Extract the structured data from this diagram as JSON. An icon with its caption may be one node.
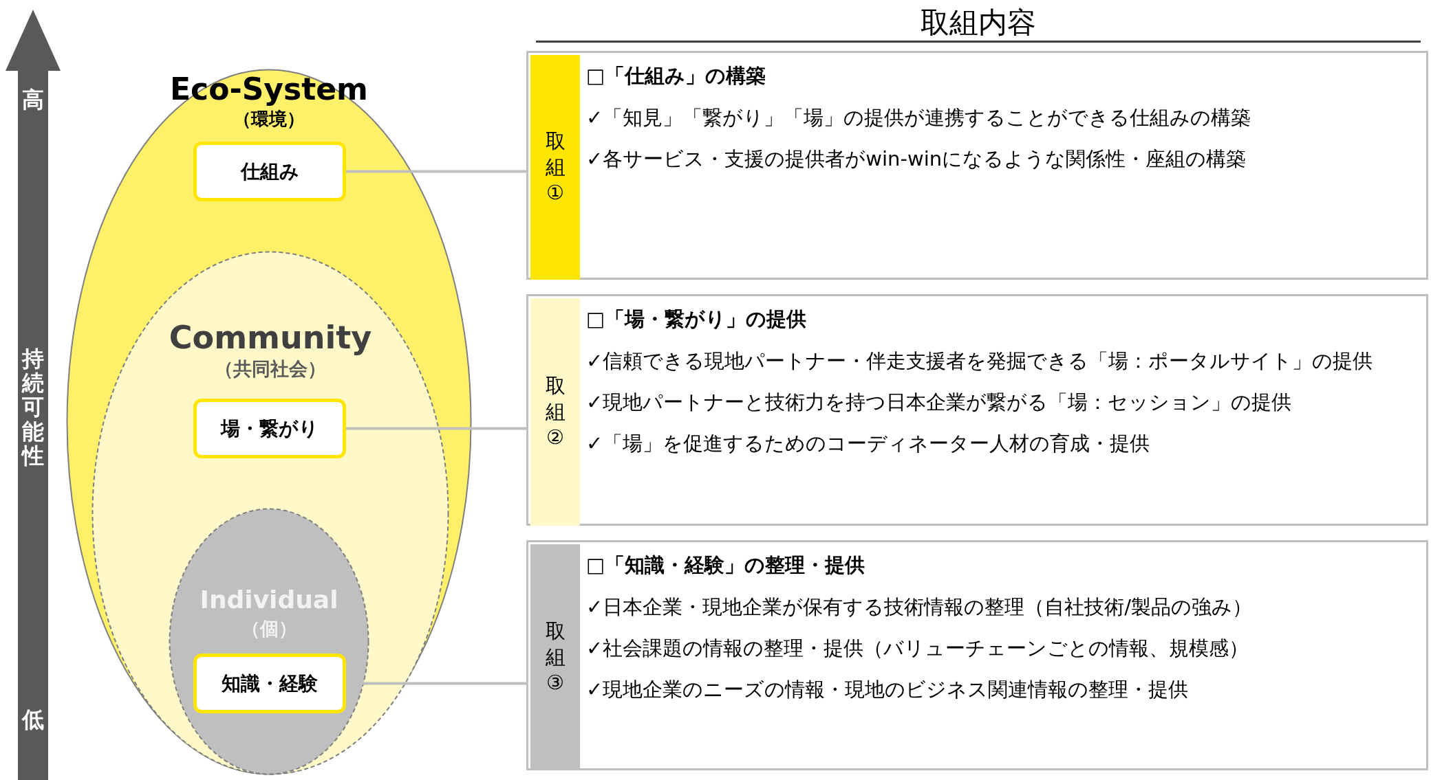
{
  "diagram": {
    "title": "取組内容",
    "nodes": [
      {
        "text": [
          "Eco-System",
          "（環境）"
        ]
      },
      {
        "text": [
          "仕組み"
        ],
        "in": 0
      },
      {
        "text": [
          "Community",
          "（共同社会）"
        ],
        "in": 0
      },
      {
        "text": [
          "場・繋がり"
        ],
        "in": 2
      },
      {
        "text": [
          "Individual",
          "（個）"
        ],
        "in": 2
      },
      {
        "text": [
          "知識・経験"
        ],
        "in": 4
      },
      {
        "text": [
          "□「仕組み」の構築",
          "✓「知見」「繋がり」「場」の提供が連携することができる仕組みの構築",
          "✓各サービス・支援の提供者がwin-winになるような関係性・座組の構築"
        ]
      },
      {
        "text": [
          "取組①"
        ],
        "in": 6
      },
      {
        "text": [
          "□「場・繋がり」の提供",
          "✓信頼できる現地パートナー・伴走支援者を発掘できる「場：ポータルサイト」の提供",
          "✓現地パートナーと技術力を持つ日本企業が繋がる「場：セッション」の提供",
          "✓「場」を促進するためのコーディネーター人材の育成・提供"
        ]
      },
      {
        "text": [
          "取組②"
        ],
        "in": 8
      },
      {
        "text": [
          "□「知識・経験」の整理・提供",
          "✓日本企業・現地企業が保有する技術情報の整理（自社技術/製品の強み）",
          "✓社会課題の情報の整理・提供（バリューチェーンごとの情報、規模感）",
          "✓現地企業のニーズの情報・現地のビジネス関連情報の整理・提供"
        ]
      },
      {
        "text": [
          "取組③"
        ],
        "in": 10
      }
    ],
    "edges": [
      {
        "from": 1,
        "to": 6,
        "arrow": "none"
      },
      {
        "from": 3,
        "to": 8,
        "arrow": "none"
      },
      {
        "from": 5,
        "to": 10,
        "arrow": "none"
      }
    ],
    "labels": [
      "高",
      "持続可能性",
      "低"
    ]
  }
}
